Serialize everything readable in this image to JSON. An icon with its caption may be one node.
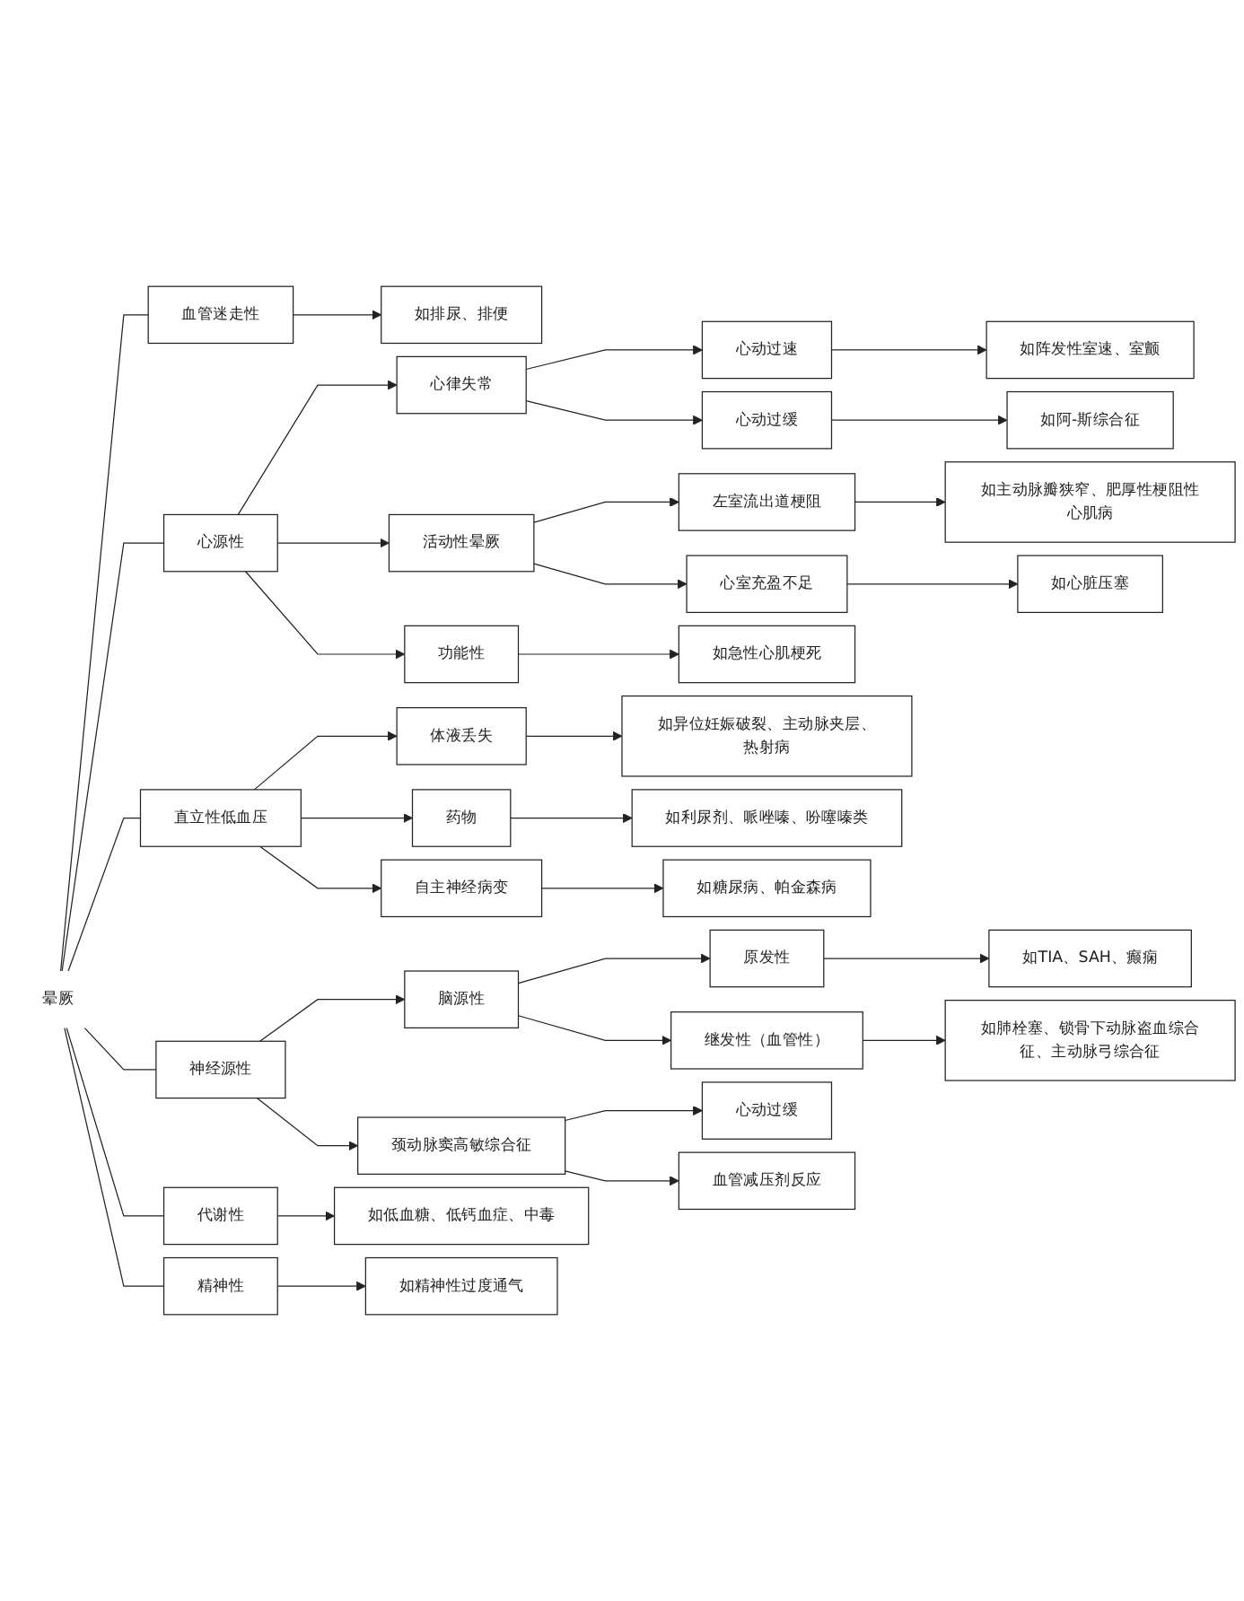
{
  "diagram": {
    "nodes": [
      {
        "text": [
          "晕厥"
        ]
      },
      {
        "text": [
          "血管迷走性"
        ]
      },
      {
        "text": [
          "如排尿、排便"
        ]
      },
      {
        "text": [
          "心源性"
        ]
      },
      {
        "text": [
          "心律失常"
        ]
      },
      {
        "text": [
          "心动过速"
        ]
      },
      {
        "text": [
          "如阵发性室速、室颤"
        ]
      },
      {
        "text": [
          "心动过缓"
        ]
      },
      {
        "text": [
          "如阿-斯综合征"
        ]
      },
      {
        "text": [
          "活动性晕厥"
        ]
      },
      {
        "text": [
          "左室流出道梗阻"
        ]
      },
      {
        "text": [
          "如主动脉瓣狭窄、肥厚性梗阻性心肌病"
        ]
      },
      {
        "text": [
          "心室充盈不足"
        ]
      },
      {
        "text": [
          "如心脏压塞"
        ]
      },
      {
        "text": [
          "功能性"
        ]
      },
      {
        "text": [
          "如急性心肌梗死"
        ]
      },
      {
        "text": [
          "直立性低血压"
        ]
      },
      {
        "text": [
          "体液丢失"
        ]
      },
      {
        "text": [
          "如异位妊娠破裂、主动脉夹层、热射病"
        ]
      },
      {
        "text": [
          "药物"
        ]
      },
      {
        "text": [
          "如利尿剂、哌唑嗪、吩噻嗪类"
        ]
      },
      {
        "text": [
          "自主神经病变"
        ]
      },
      {
        "text": [
          "如糖尿病、帕金森病"
        ]
      },
      {
        "text": [
          "神经源性"
        ]
      },
      {
        "text": [
          "脑源性"
        ]
      },
      {
        "text": [
          "原发性"
        ]
      },
      {
        "text": [
          "如TIA、SAH、癫痫"
        ]
      },
      {
        "text": [
          "继发性（血管性）"
        ]
      },
      {
        "text": [
          "如肺栓塞、锁骨下动脉盗血综合征、主动脉弓综合征"
        ]
      },
      {
        "text": [
          "颈动脉窦高敏综合征"
        ]
      },
      {
        "text": [
          "心动过缓"
        ]
      },
      {
        "text": [
          "血管减压剂反应"
        ]
      },
      {
        "text": [
          "代谢性"
        ]
      },
      {
        "text": [
          "如低血糖、低钙血症、中毒"
        ]
      },
      {
        "text": [
          "精神性"
        ]
      },
      {
        "text": [
          "如精神性过度通气"
        ]
      }
    ],
    "edges": [
      {
        "from": 0,
        "to": 1,
        "arrow": "none"
      },
      {
        "from": 1,
        "to": 2,
        "arrow": "to"
      },
      {
        "from": 0,
        "to": 3,
        "arrow": "none"
      },
      {
        "from": 3,
        "to": 4,
        "arrow": "to"
      },
      {
        "from": 4,
        "to": 5,
        "arrow": "to"
      },
      {
        "from": 5,
        "to": 6,
        "arrow": "to"
      },
      {
        "from": 4,
        "to": 7,
        "arrow": "to"
      },
      {
        "from": 7,
        "to": 8,
        "arrow": "to"
      },
      {
        "from": 3,
        "to": 9,
        "arrow": "to"
      },
      {
        "from": 9,
        "to": 10,
        "arrow": "to"
      },
      {
        "from": 10,
        "to": 11,
        "arrow": "to"
      },
      {
        "from": 9,
        "to": 12,
        "arrow": "to"
      },
      {
        "from": 12,
        "to": 13,
        "arrow": "to"
      },
      {
        "from": 3,
        "to": 14,
        "arrow": "to"
      },
      {
        "from": 14,
        "to": 15,
        "arrow": "to"
      },
      {
        "from": 0,
        "to": 16,
        "arrow": "none"
      },
      {
        "from": 16,
        "to": 17,
        "arrow": "to"
      },
      {
        "from": 17,
        "to": 18,
        "arrow": "to"
      },
      {
        "from": 16,
        "to": 19,
        "arrow": "to"
      },
      {
        "from": 19,
        "to": 20,
        "arrow": "to"
      },
      {
        "from": 16,
        "to": 21,
        "arrow": "to"
      },
      {
        "from": 21,
        "to": 22,
        "arrow": "to"
      },
      {
        "from": 0,
        "to": 23,
        "arrow": "none"
      },
      {
        "from": 23,
        "to": 24,
        "arrow": "to"
      },
      {
        "from": 24,
        "to": 25,
        "arrow": "to"
      },
      {
        "from": 25,
        "to": 26,
        "arrow": "to"
      },
      {
        "from": 24,
        "to": 27,
        "arrow": "to"
      },
      {
        "from": 27,
        "to": 28,
        "arrow": "to"
      },
      {
        "from": 23,
        "to": 29,
        "arrow": "to"
      },
      {
        "from": 29,
        "to": 30,
        "arrow": "to"
      },
      {
        "from": 29,
        "to": 31,
        "arrow": "to"
      },
      {
        "from": 0,
        "to": 32,
        "arrow": "none"
      },
      {
        "from": 32,
        "to": 33,
        "arrow": "to"
      },
      {
        "from": 0,
        "to": 34,
        "arrow": "none"
      },
      {
        "from": 34,
        "to": 35,
        "arrow": "to"
      }
    ]
  }
}
